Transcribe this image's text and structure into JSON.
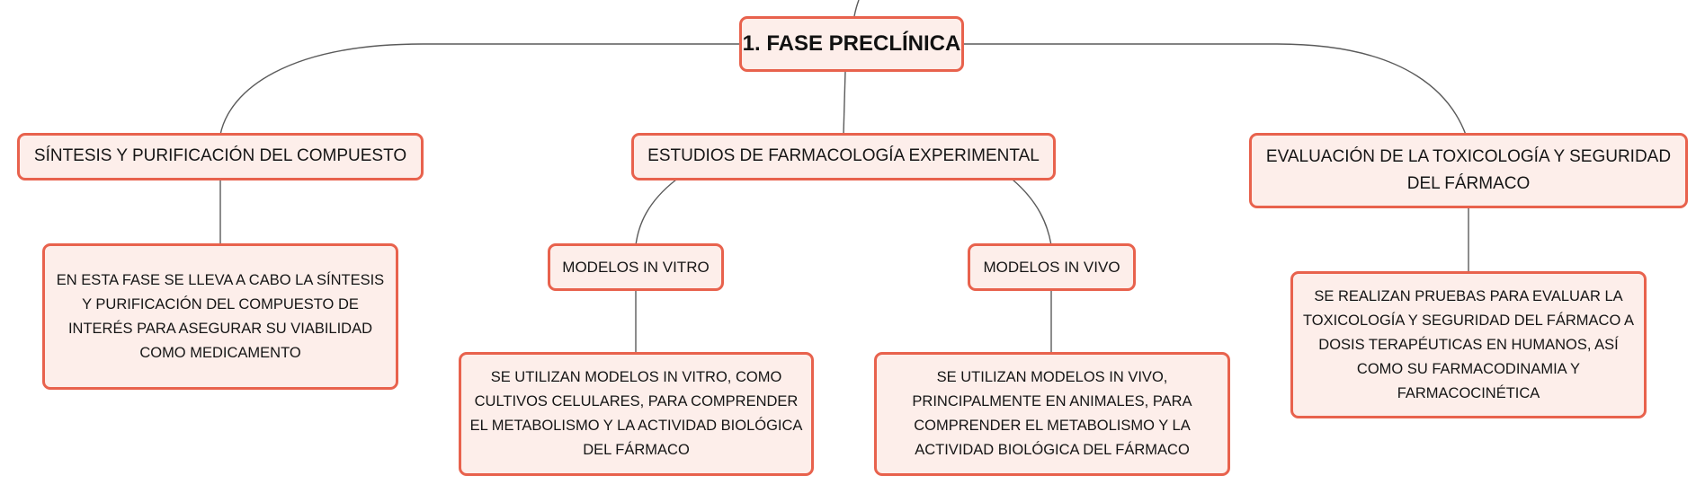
{
  "root": {
    "label": "1. FASE PRECLÍNICA"
  },
  "branches": {
    "synthesis": {
      "title": "SÍNTESIS Y PURIFICACIÓN DEL COMPUESTO",
      "detail": "EN ESTA FASE SE LLEVA A CABO LA SÍNTESIS Y PURIFICACIÓN DEL COMPUESTO DE INTERÉS PARA ASEGURAR SU VIABILIDAD COMO MEDICAMENTO"
    },
    "pharmacology": {
      "title": "ESTUDIOS DE FARMACOLOGÍA EXPERIMENTAL",
      "in_vitro": {
        "title": "MODELOS IN VITRO",
        "detail": "SE UTILIZAN MODELOS IN VITRO, COMO CULTIVOS CELULARES, PARA COMPRENDER EL METABOLISMO Y LA ACTIVIDAD BIOLÓGICA DEL FÁRMACO"
      },
      "in_vivo": {
        "title": "MODELOS IN VIVO",
        "detail": "SE UTILIZAN MODELOS IN VIVO, PRINCIPALMENTE EN ANIMALES, PARA COMPRENDER EL METABOLISMO Y LA ACTIVIDAD BIOLÓGICA DEL FÁRMACO"
      }
    },
    "toxicology": {
      "title": "EVALUACIÓN DE LA TOXICOLOGÍA Y SEGURIDAD DEL FÁRMACO",
      "detail": "SE REALIZAN PRUEBAS PARA EVALUAR LA TOXICOLOGÍA Y SEGURIDAD DEL FÁRMACO A DOSIS TERAPÉUTICAS EN HUMANOS, ASÍ COMO SU FARMACODINAMIA Y FARMACOCINÉTICA"
    }
  },
  "colors": {
    "node_border": "#e8624d",
    "node_fill": "#fdeeea",
    "connector": "#5a5a5a"
  }
}
